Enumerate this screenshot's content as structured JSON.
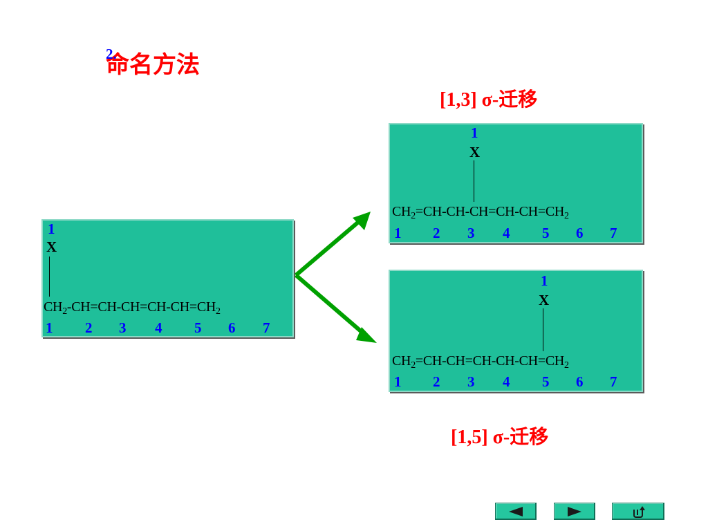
{
  "title": {
    "number": "2.",
    "text": "命名方法"
  },
  "captions": {
    "shift13": "[1,3] σ-迁移",
    "shift15": "[1,5] σ-迁移"
  },
  "source": {
    "substituent_locant": "1",
    "substituent": "X",
    "formula_parts": [
      "CH",
      "2",
      "-CH=CH-CH=CH-CH=CH",
      "2"
    ],
    "locants": [
      "1",
      "2",
      "3",
      "4",
      "5",
      "6",
      "7"
    ]
  },
  "product13": {
    "substituent_locant": "1",
    "substituent": "X",
    "formula_parts": [
      "CH",
      "2",
      "=CH-CH-CH=CH-CH=CH",
      "2"
    ],
    "locants": [
      "1",
      "2",
      "3",
      "4",
      "5",
      "6",
      "7"
    ]
  },
  "product15": {
    "substituent_locant": "1",
    "substituent": "X",
    "formula_parts": [
      "CH",
      "2",
      "=CH-CH=CH-CH-CH=CH",
      "2"
    ],
    "locants": [
      "1",
      "2",
      "3",
      "4",
      "5",
      "6",
      "7"
    ]
  },
  "nav": {
    "prev": "previous-slide",
    "next": "next-slide",
    "return": "return"
  },
  "colors": {
    "title": "#ff0000",
    "panel": "#1fbf9a",
    "locant": "#0000ff",
    "arrow": "#00a000",
    "nav_button": "#25c79f"
  }
}
